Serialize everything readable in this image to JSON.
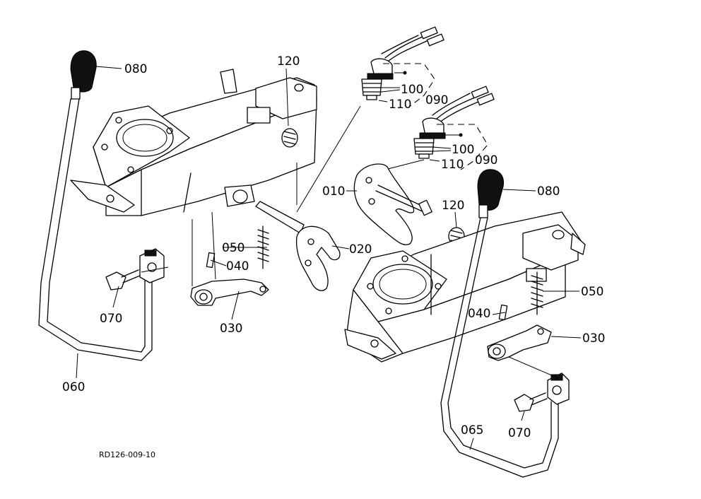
{
  "figure_code": "RD126-009-10",
  "labels": {
    "l080": "080",
    "l120": "120",
    "l100": "100",
    "l090": "090",
    "l110": "110",
    "l010": "010",
    "l050": "050",
    "l040": "040",
    "l020": "020",
    "l030": "030",
    "l070": "070",
    "l060": "060",
    "l065": "065"
  }
}
